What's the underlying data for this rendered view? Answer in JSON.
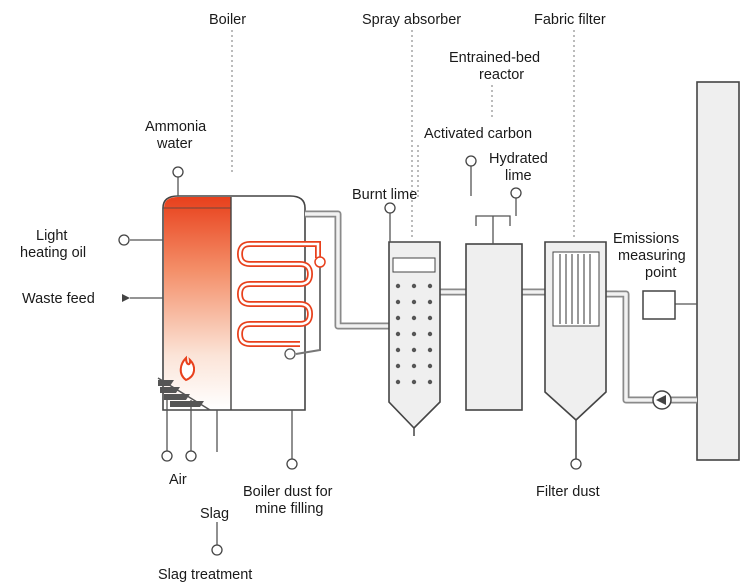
{
  "labels": {
    "boiler": "Boiler",
    "spray_absorber": "Spray absorber",
    "fabric_filter": "Fabric filter",
    "entrained_bed_1": "Entrained-bed",
    "entrained_bed_2": "reactor",
    "activated_carbon": "Activated carbon",
    "ammonia_1": "Ammonia",
    "ammonia_2": "water",
    "hydrated_1": "Hydrated",
    "hydrated_2": "lime",
    "burnt_lime": "Burnt lime",
    "light_oil_1": "Light",
    "light_oil_2": "heating oil",
    "waste_feed": "Waste feed",
    "emissions_1": "Emissions",
    "emissions_2": "measuring",
    "emissions_3": "point",
    "air": "Air",
    "slag": "Slag",
    "boiler_dust_1": "Boiler dust for",
    "boiler_dust_2": "mine filling",
    "filter_dust": "Filter dust",
    "slag_treatment": "Slag treatment"
  },
  "colors": {
    "flame": "#e8401c",
    "hot_gradient_top": "#e8401c",
    "pipe": "#8a8a8a",
    "vessel_fill": "#efefef",
    "outline": "#444444"
  },
  "icons": [
    "circle-arrow-icon",
    "flame-icon",
    "fan-icon",
    "nozzle-icon"
  ]
}
